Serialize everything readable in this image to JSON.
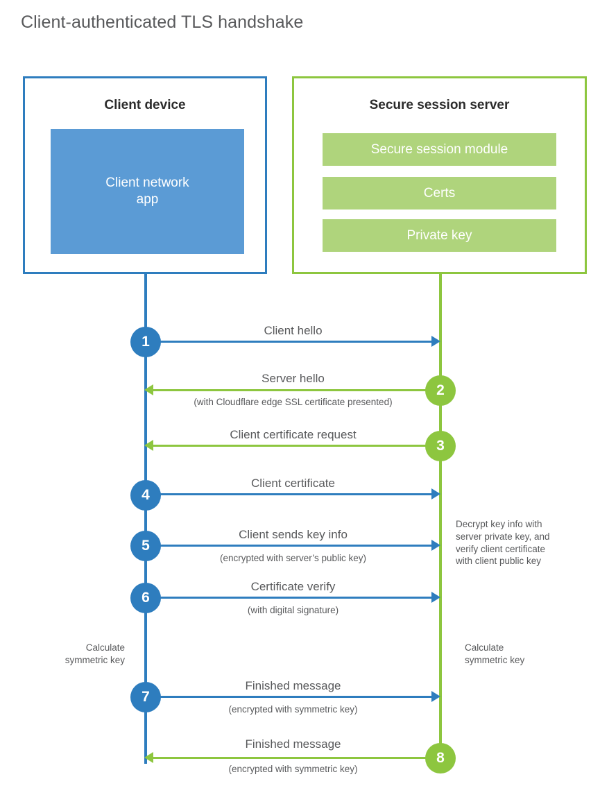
{
  "title": "Client-authenticated TLS handshake",
  "actors": {
    "client": {
      "name": "Client device",
      "app_label": "Client network\napp",
      "color": "#2E7DBE",
      "app_color": "#5B9BD5"
    },
    "server": {
      "name": "Secure session server",
      "color": "#8DC63F",
      "bar_color": "#AFD47C",
      "components": [
        "Secure session module",
        "Certs",
        "Private key"
      ]
    }
  },
  "steps": [
    {
      "number": "1",
      "label": "Client hello",
      "sublabel": "",
      "direction": "client-to-server",
      "color": "#2E7DBE"
    },
    {
      "number": "2",
      "label": "Server hello",
      "sublabel": "(with Cloudflare edge SSL certificate presented)",
      "direction": "server-to-client",
      "color": "#8DC63F"
    },
    {
      "number": "3",
      "label": "Client certificate request",
      "sublabel": "",
      "direction": "server-to-client",
      "color": "#8DC63F"
    },
    {
      "number": "4",
      "label": "Client certificate",
      "sublabel": "",
      "direction": "client-to-server",
      "color": "#2E7DBE"
    },
    {
      "number": "5",
      "label": "Client sends key info",
      "sublabel": "(encrypted with server’s public key)",
      "direction": "client-to-server",
      "color": "#2E7DBE"
    },
    {
      "number": "6",
      "label": "Certificate verify",
      "sublabel": "(with digital signature)",
      "direction": "client-to-server",
      "color": "#2E7DBE"
    },
    {
      "number": "7",
      "label": "Finished message",
      "sublabel": "(encrypted with symmetric key)",
      "direction": "client-to-server",
      "color": "#2E7DBE"
    },
    {
      "number": "8",
      "label": "Finished message",
      "sublabel": "(encrypted with symmetric key)",
      "direction": "server-to-client",
      "color": "#8DC63F"
    }
  ],
  "notes": {
    "server_decrypt": "Decrypt key info with\nserver private key, and\nverify client certificate\nwith client public key",
    "client_calculate": "Calculate\nsymmetric key",
    "server_calculate": "Calculate\nsymmetric key"
  }
}
